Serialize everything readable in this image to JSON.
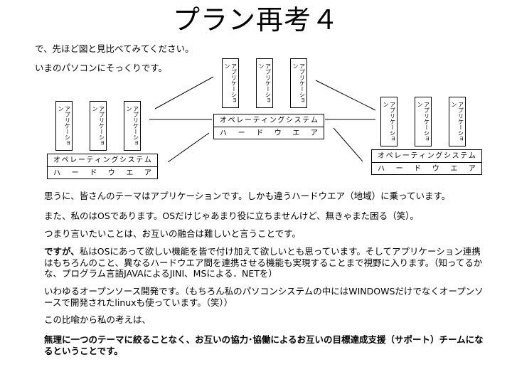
{
  "title": "プラン再考４",
  "intro": [
    "で、先ほど図と見比べてみてください。",
    "いまのパソコンにそっくりです。"
  ],
  "diagram": {
    "app_label": "アプリケーション",
    "os_label_chars": [
      "オ",
      "ペ",
      "レ",
      "ー",
      "テ",
      "ィ",
      "ン",
      "グ",
      "シ",
      "ス",
      "テ",
      "ム"
    ],
    "hw_label_chars": [
      "ハ",
      "ー",
      "ド",
      "ウ",
      "エ",
      "ア"
    ],
    "stacks": [
      {
        "name": "center",
        "apps": 3
      },
      {
        "name": "left",
        "apps": 3
      },
      {
        "name": "right",
        "apps": 3
      }
    ]
  },
  "paragraphs": [
    {
      "text": "思うに、皆さんのテーマはアプリケーションです。しかも違うハードウエア（地域）に乗っています。"
    },
    {
      "text": "また、私のはOSであります。OSだけじゃあまり役に立ちませんけど、無きゃまた困る（笑）。"
    },
    {
      "text": "つまり言いたいことは、お互いの融合は難しいと言うことです。"
    },
    {
      "lead": "ですが、",
      "text": "私はOSにあって欲しい機能を皆で付け加えて欲しいとも思っています。そしてアプリケーション連携はもちろんのこと、異なるハードウエア間を連携させる機能も実現することまで視野に入ります。（知ってるかな、プログラム言語JAVAによるJINI、MSによる．NETを）"
    },
    {
      "text": "いわゆるオープンソース開発です。（もちろん私のパソコンシステムの中にはWINDOWSだけでなくオープンソースで開発されたlinuxも使っています。（笑））"
    },
    {
      "text": "この比喩から私の考えは、"
    },
    {
      "text": "無理に一つのテーマに絞ることなく、お互いの協力･協働によるお互いの目標達成支援（サポート）チームになるということです。",
      "bold": true
    }
  ]
}
